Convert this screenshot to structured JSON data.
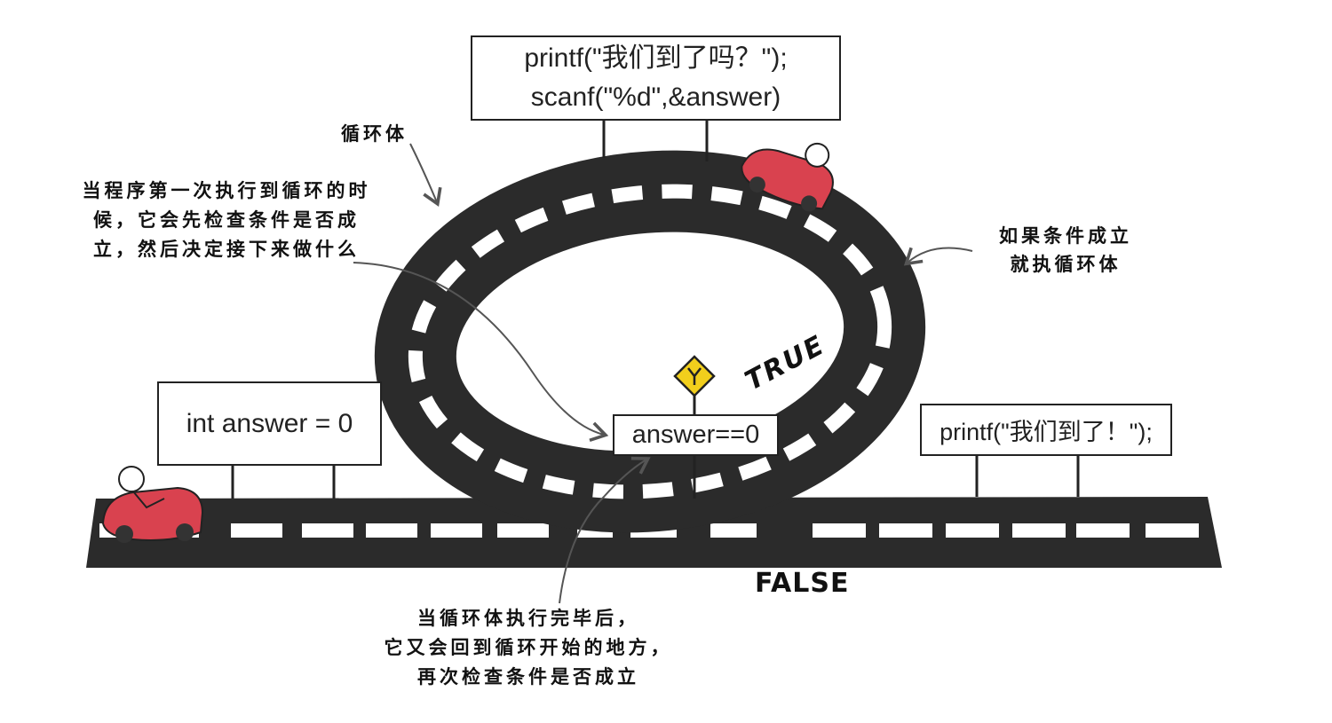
{
  "code": {
    "loop_body_line1": "printf(\"我们到了吗？\");",
    "loop_body_line2": "scanf(\"%d\",&answer)",
    "init": "int answer = 0",
    "condition": "answer==0",
    "after_loop": "printf(\"我们到了！\");"
  },
  "notes": {
    "loop_body": "循环体",
    "first_run_line1": "当程序第一次执行到循环的时",
    "first_run_line2": "候，它会先检查条件是否成",
    "first_run_line3": "立，然后决定接下来做什么",
    "if_true_line1": "如果条件成立",
    "if_true_line2": "就执循环体",
    "after_body_line1": "当循环体执行完毕后，",
    "after_body_line2": "它又会回到循环开始的地方，",
    "after_body_line3": "再次检查条件是否成立"
  },
  "labels": {
    "true": "TRUE",
    "false": "FALSE"
  },
  "colors": {
    "road": "#2b2b2b",
    "lane_mark": "#ffffff",
    "car": "#d9424f",
    "sign": "#f2cf1c"
  }
}
